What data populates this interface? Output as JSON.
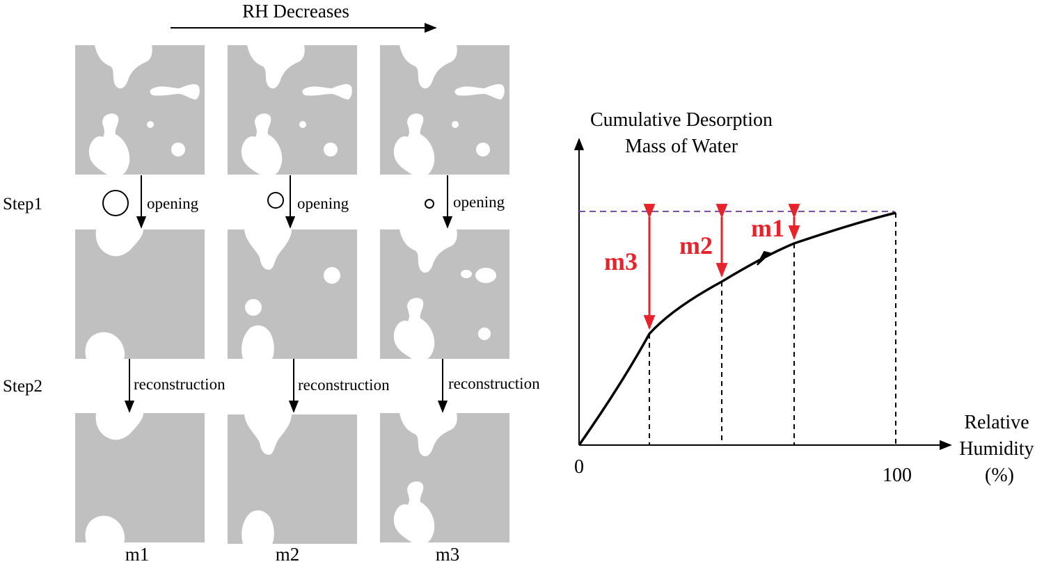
{
  "header": {
    "title": "RH Decreases"
  },
  "steps": [
    {
      "label": "Step1",
      "operation": "opening"
    },
    {
      "label": "Step2",
      "operation": "reconstruction"
    }
  ],
  "columns": [
    "m1",
    "m2",
    "m3"
  ],
  "graph": {
    "y_axis_label_line1": "Cumulative Desorption",
    "y_axis_label_line2": "Mass of Water",
    "x_axis_label_line1": "Relative",
    "x_axis_label_line2": "Humidity",
    "x_axis_label_line3": "(%)",
    "origin_label": "0",
    "max_label": "100",
    "mass_markers": [
      "m3",
      "m2",
      "m1"
    ]
  },
  "colors": {
    "panel": "#c0c0c0",
    "pore": "#ffffff",
    "highlight": "#e8222a",
    "reference_line": "#7a4fb0"
  }
}
